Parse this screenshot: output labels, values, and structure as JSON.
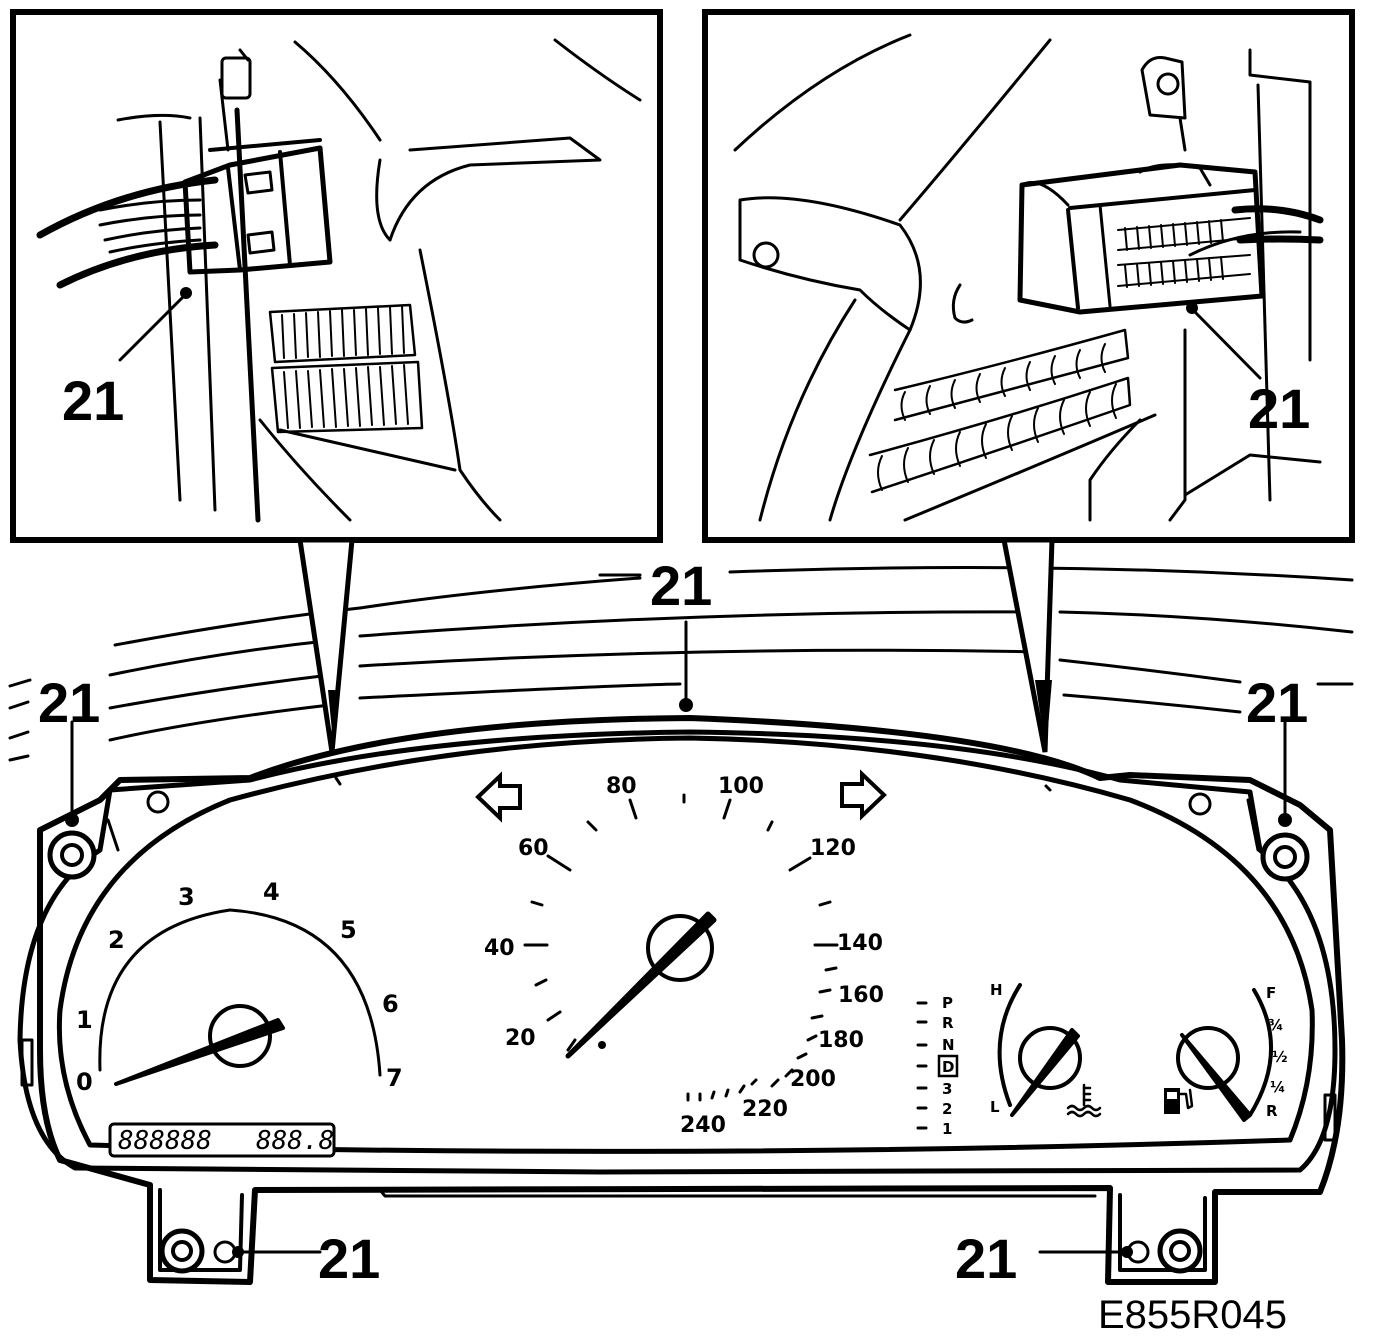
{
  "callouts": {
    "left_connector": "21",
    "right_connector": "21",
    "top_center": "21",
    "upper_left": "21",
    "upper_right": "21",
    "bottom_left": "21",
    "bottom_right": "21"
  },
  "figure_code": "E855R045",
  "speedometer": {
    "labels": [
      "20",
      "40",
      "60",
      "80",
      "100",
      "120",
      "140",
      "160",
      "180",
      "200",
      "220",
      "240"
    ]
  },
  "tachometer": {
    "labels": [
      "0",
      "1",
      "2",
      "3",
      "4",
      "5",
      "6",
      "7"
    ]
  },
  "lcd": {
    "odometer": "888888",
    "trip": "888.8"
  },
  "gear_indicator": {
    "gears": [
      "P",
      "R",
      "N",
      "D",
      "3",
      "2",
      "1"
    ],
    "selected": "D"
  },
  "temp_gauge": {
    "high": "H",
    "low": "L"
  },
  "fuel_gauge": {
    "full": "F",
    "three_quarter": "¾",
    "half": "½",
    "quarter": "¼",
    "reserve": "R"
  },
  "icons": [
    "thermometer-icon",
    "fuel-pump-icon",
    "left-turn-arrow-icon",
    "right-turn-arrow-icon"
  ]
}
